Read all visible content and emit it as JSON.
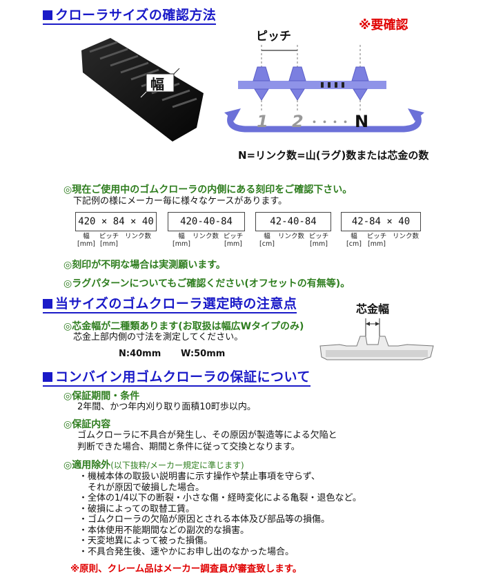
{
  "header": {
    "title": "クローラサイズの確認方法",
    "must_check": "※要確認",
    "width_label": "幅",
    "pitch_label": "ピッチ",
    "lug_labels": [
      "1",
      "2",
      "・・・・",
      "N"
    ],
    "link_formula": "N=リンク数=山(ラグ)数または芯金の数"
  },
  "inscription": {
    "heading": "◎現在ご使用中のゴムクローラの内側にある刻印をご確認下さい。",
    "subtext": "下記例の様にメーカー毎に様々なケースがあります。",
    "codes": [
      {
        "code": "420 × 84 × 40",
        "label_top": [
          "幅",
          "ピッチ",
          "リンク数"
        ],
        "label_bottom": [
          "[mm]",
          "[mm]",
          ""
        ]
      },
      {
        "code": "420-40-84",
        "label_top": [
          "幅",
          "リンク数",
          "ピッチ"
        ],
        "label_bottom": [
          "[mm]",
          "",
          "[mm]"
        ]
      },
      {
        "code": "42-40-84",
        "label_top": [
          "幅",
          "リンク数",
          "ピッチ"
        ],
        "label_bottom": [
          "[cm]",
          "",
          "[mm]"
        ]
      },
      {
        "code": "42-84 × 40",
        "label_top": [
          "幅",
          "ピッチ",
          "リンク数"
        ],
        "label_bottom": [
          "[cm]",
          "[mm]",
          ""
        ]
      }
    ],
    "note_unknown": "◎刻印が不明な場合は実測願います。",
    "note_lug": "◎ラグパターンについてもご確認ください(オフセットの有無等)。"
  },
  "selection": {
    "title": "当サイズのゴムクローラ選定時の注意点",
    "core_width_label": "芯金幅",
    "heading": "◎芯金幅が二種類あります(お取扱は幅広Wタイプのみ)",
    "subtext": "芯金上部内側の寸法を測定してください。",
    "n_type": "N:40mm",
    "w_type": "W:50mm"
  },
  "warranty": {
    "title": "コンバイン用ゴムクローラの保証について",
    "period_heading": "◎保証期間・条件",
    "period_text": "2年間、かつ年内刈り取り面積10町歩以内。",
    "content_heading": "◎保証内容",
    "content_text": [
      "ゴムクローラに不具合が発生し、その原因が製造等による欠陥と",
      "判断できた場合、期間と条件に従って交換となります。"
    ],
    "exclusion_heading": "◎適用除外",
    "exclusion_sub": "(以下抜粋/メーカー規定に準じます)",
    "exclusions": [
      "・機械本体の取扱い説明書に示す操作や禁止事項を守らず、",
      "　それが原因で破損した場合。",
      "・全体の1/4以下の断裂・小さな傷・経時変化による亀裂・退色など。",
      "・破損によっての取替工賃。",
      "・ゴムクローラの欠陥が原因とされる本体及び部品等の損傷。",
      "・本体使用不能期間などの副次的な損害。",
      "・天変地異によって被った損傷。",
      "・不具合発生後、速やかにお申し出のなかった場合。"
    ],
    "footer_note": "※原則、クレーム品はメーカー調査員が審査致します。"
  },
  "colors": {
    "title_blue": "#1a1ac8",
    "heading_green": "#2e7d1e",
    "alert_red": "#e00000",
    "diagram_purple": "#7b7fe0"
  }
}
